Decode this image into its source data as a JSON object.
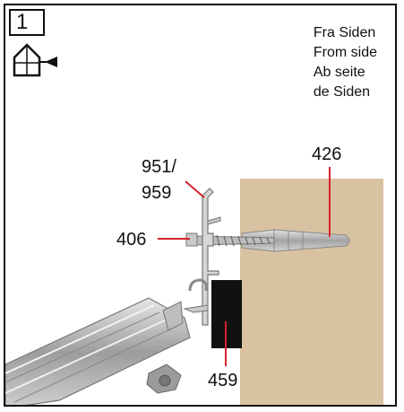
{
  "step_number": "1",
  "view_labels": [
    "Fra Siden",
    "From side",
    "Ab seite",
    "de Siden"
  ],
  "icon": "house-side-view-icon",
  "callouts": {
    "profile_line1": "951/",
    "profile_line2": "959",
    "screw": "406",
    "wall_plug": "426",
    "gasket": "459"
  },
  "colors": {
    "wall": "#d9c2a1",
    "callout_line": "#d8222a",
    "metal": "#b9b9b9",
    "gasket": "#111111"
  }
}
